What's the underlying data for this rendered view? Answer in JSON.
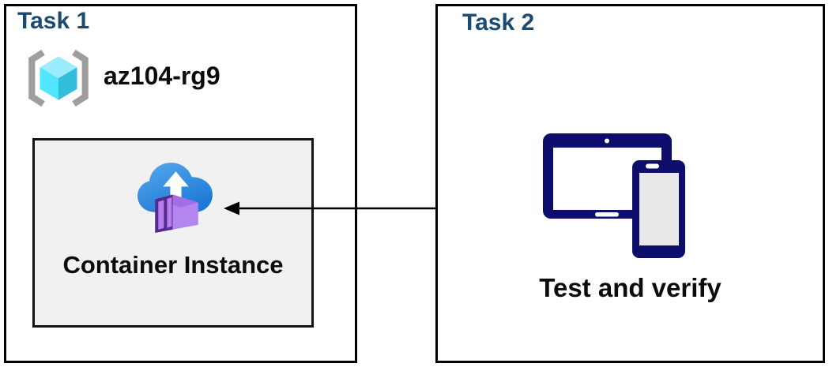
{
  "task1": {
    "title": "Task 1",
    "resource_group_name": "az104-rg9",
    "container_label": "Container Instance"
  },
  "task2": {
    "title": "Task 2",
    "caption": "Test and verify"
  },
  "connector": {
    "from": "test-and-verify-devices",
    "to": "container-instance",
    "direction": "right-to-left"
  },
  "icons": {
    "resource_group": "resource-group-icon",
    "container_instance": "container-instance-icon",
    "devices": "tablet-phone-devices-icon",
    "arrow": "left-arrow-connector"
  },
  "colors": {
    "title_blue": "#1b4a72",
    "panel_border": "#000000",
    "inner_box_bg": "#f1f1f1",
    "text_black": "#0c0c0c",
    "device_navy": "#0d0d6b",
    "device_screen_white": "#ffffff",
    "device_screen_gray": "#e8e8e8",
    "cloud_blue_light": "#58a8ee",
    "cloud_blue_dark": "#1e7ad5",
    "container_purple_dark": "#542a8c",
    "container_purple_mid": "#a26ee5",
    "container_purple_light": "#b285f0",
    "container_panel_purple": "#b77fe9",
    "cube_top": "#9cebff",
    "cube_left": "#50e6ff",
    "cube_right": "#32bedd",
    "bracket_gray": "#9e9e9e",
    "arrow_black": "#000000"
  }
}
